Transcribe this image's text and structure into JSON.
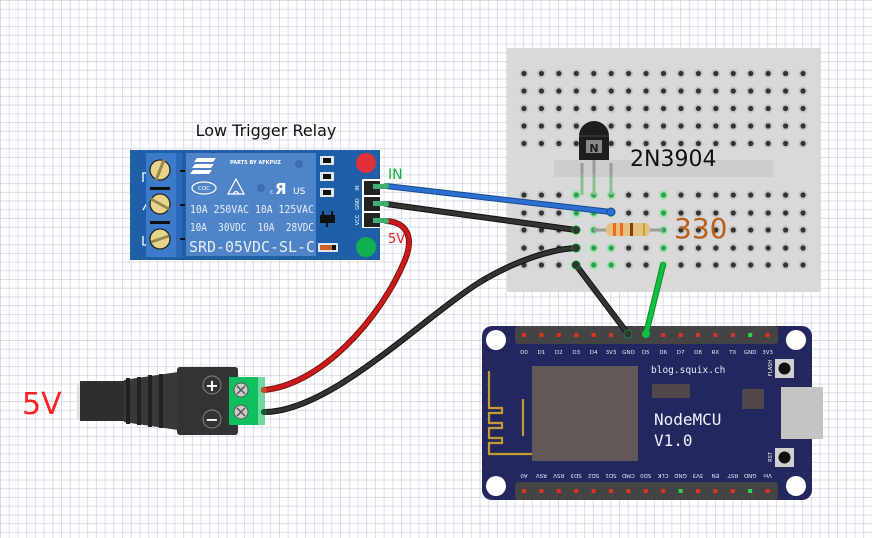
{
  "title": "Low Trigger Relay",
  "relay": {
    "label": "Low Trigger Relay",
    "brand_text": "PARTS BY AFKPUZ",
    "cert_cqc": "CQC",
    "cert_ul": "c",
    "cert_us": "US",
    "spec_line1": "10A 250VAC  10A 125VAC",
    "spec_line2": "10A  30VDC  10A  28VDC",
    "model": "SRD-05VDC-SL-C",
    "pins": [
      "IN",
      "GND",
      "VCC"
    ],
    "in_wire_label": "IN",
    "vcc_wire_label": "5V",
    "colors": {
      "board": "#1f5fa8",
      "relay_body": "#4f84c8",
      "led_red": "#e0303a",
      "led_green": "#10b050"
    }
  },
  "power_jack": {
    "label": "5V",
    "plus": "+",
    "minus": "−",
    "label_color": "#ff2020"
  },
  "breadboard": {
    "transistor_label": "2N3904",
    "transistor_mark": "N",
    "resistor_label": "330",
    "resistor_label_color": "#b8601a"
  },
  "nodemcu": {
    "site": "blog.squix.ch",
    "name_line1": "NodeMCU",
    "name_line2": "V1.0",
    "top_pins": [
      "D0",
      "D1",
      "D2",
      "D3",
      "D4",
      "3V3",
      "GND",
      "D5",
      "D6",
      "D7",
      "D8",
      "RX",
      "TX",
      "GND",
      "3V3"
    ],
    "bottom_pins": [
      "A0",
      "RSV",
      "RSV",
      "SD3",
      "SD2",
      "SD1",
      "CMD",
      "SD0",
      "CLK",
      "GND",
      "3V3",
      "EN",
      "RST",
      "GND",
      "Vin"
    ],
    "flash_label": "FLASH",
    "rst_label": "RST",
    "board_color": "#22285e"
  },
  "wires": [
    {
      "name": "in-signal",
      "color": "#2b6fd0",
      "from": "relay IN",
      "to": "breadboard"
    },
    {
      "name": "relay-gnd",
      "color": "#2a2a2a",
      "from": "relay GND",
      "to": "breadboard"
    },
    {
      "name": "relay-vcc",
      "color": "#cc1a1a",
      "from": "relay VCC",
      "to": "power +"
    },
    {
      "name": "power-gnd",
      "color": "#2a2a2a",
      "from": "power −",
      "to": "breadboard"
    },
    {
      "name": "mcu-gnd",
      "color": "#2a2a2a",
      "from": "breadboard",
      "to": "NodeMCU GND"
    },
    {
      "name": "mcu-d5",
      "color": "#10c040",
      "from": "breadboard",
      "to": "NodeMCU D5"
    }
  ]
}
